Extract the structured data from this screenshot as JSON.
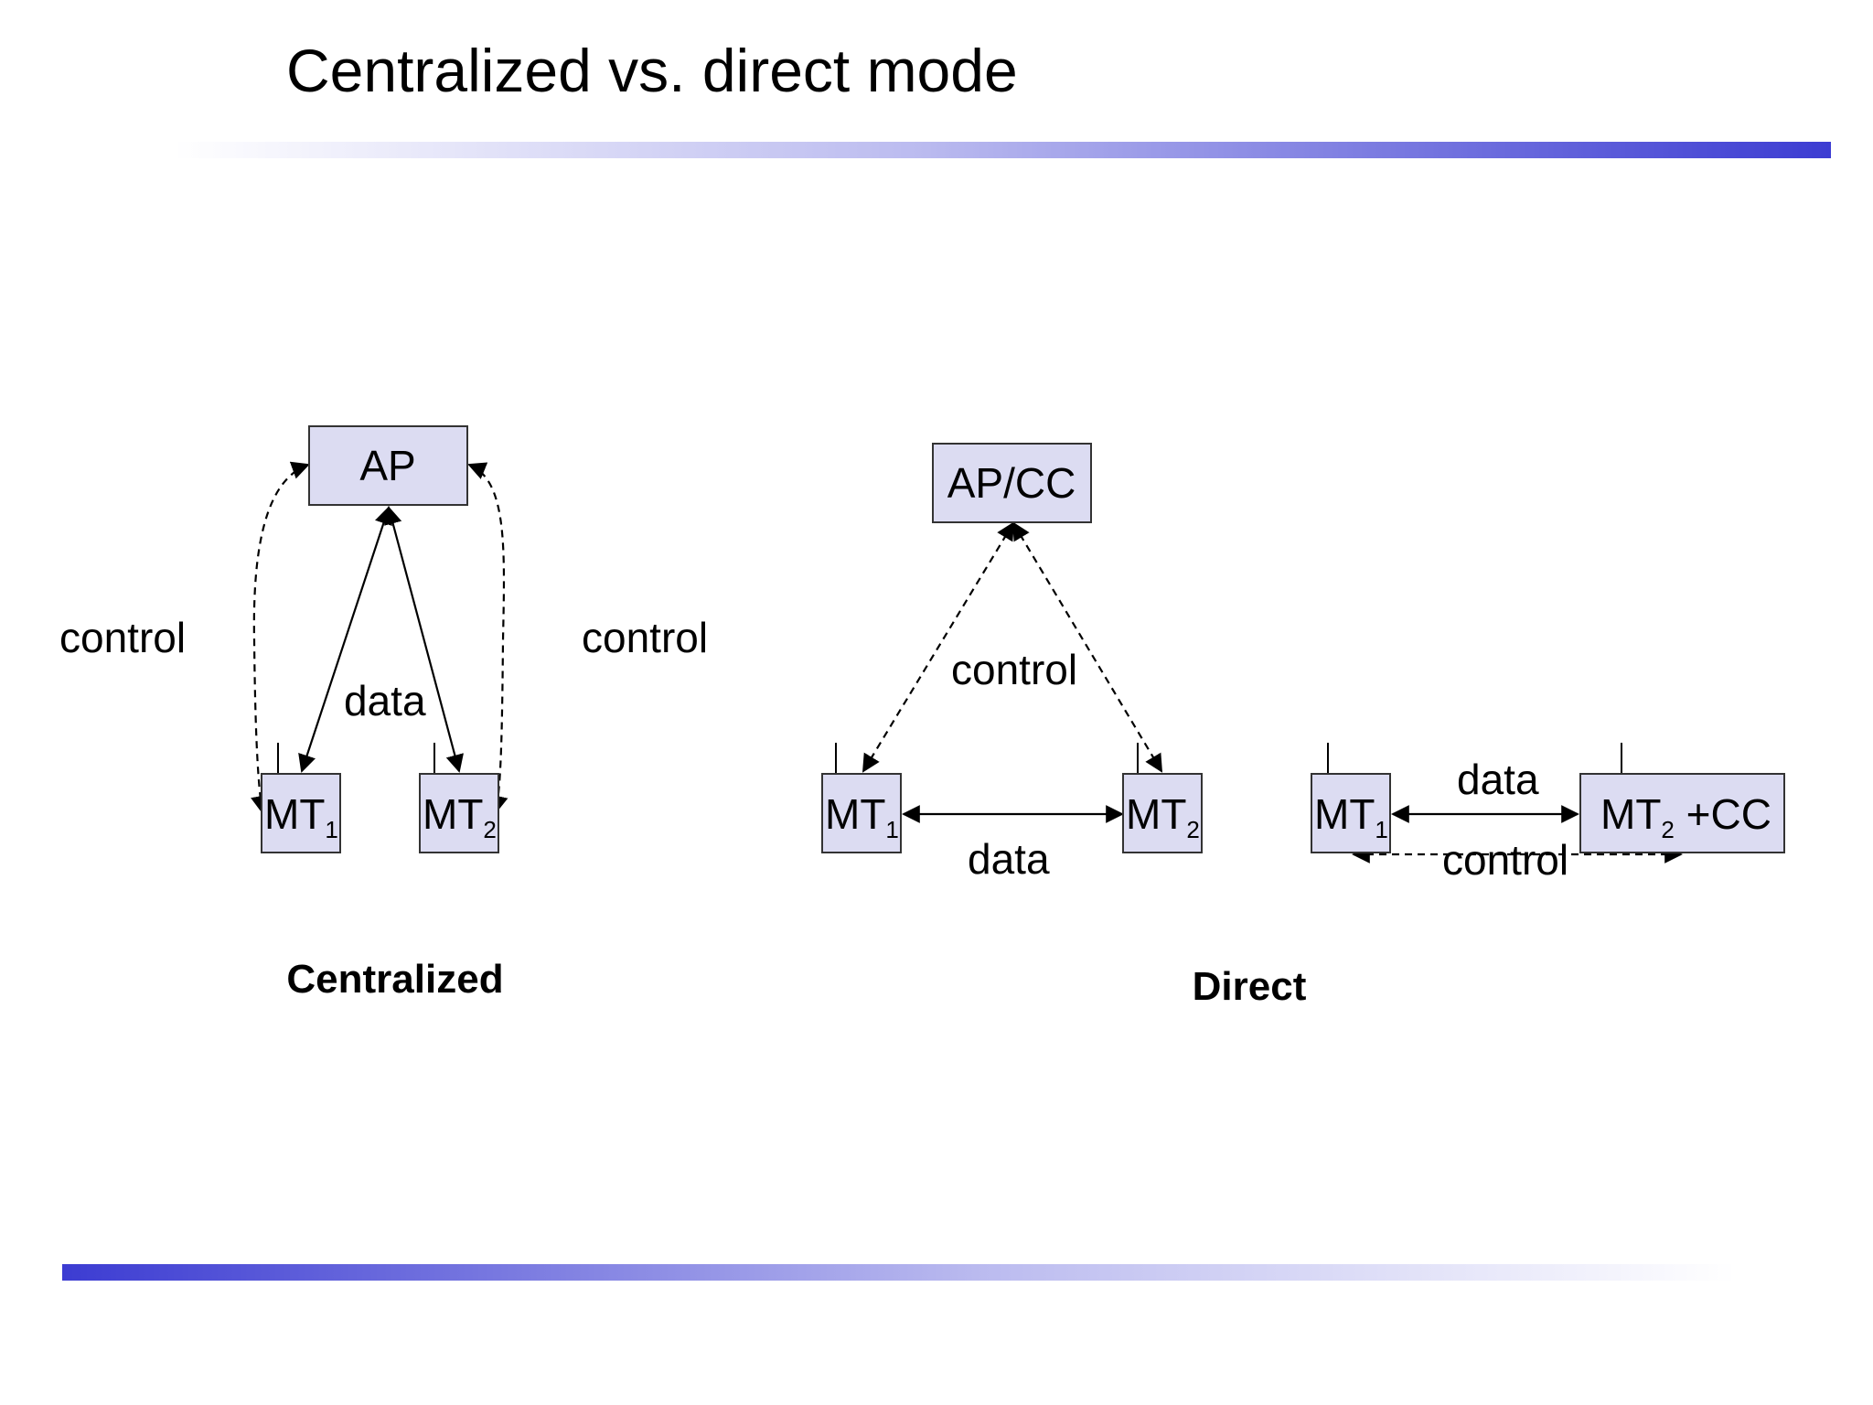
{
  "title": "Centralized vs. direct mode",
  "accent_color": "#3c3cd2",
  "node_fill": "#dcdcf2",
  "centralized": {
    "caption": "Centralized",
    "ap_label": "AP",
    "mt1_label": "MT",
    "mt1_sub": "1",
    "mt2_label": "MT",
    "mt2_sub": "2",
    "data_label": "data",
    "control_left_label": "control",
    "control_right_label": "control"
  },
  "direct": {
    "caption": "Direct",
    "apcc_label": "AP/CC",
    "mt1_label": "MT",
    "mt1_sub": "1",
    "mt2_label": "MT",
    "mt2_sub": "2",
    "control_label": "control",
    "data_label": "data",
    "pair_mt1_label": "MT",
    "pair_mt1_sub": "1",
    "pair_mt2_label": "MT",
    "pair_mt2_sub": "2",
    "pair_mt2_suffix": " +CC",
    "pair_data_label": "data",
    "pair_control_label": "control"
  }
}
